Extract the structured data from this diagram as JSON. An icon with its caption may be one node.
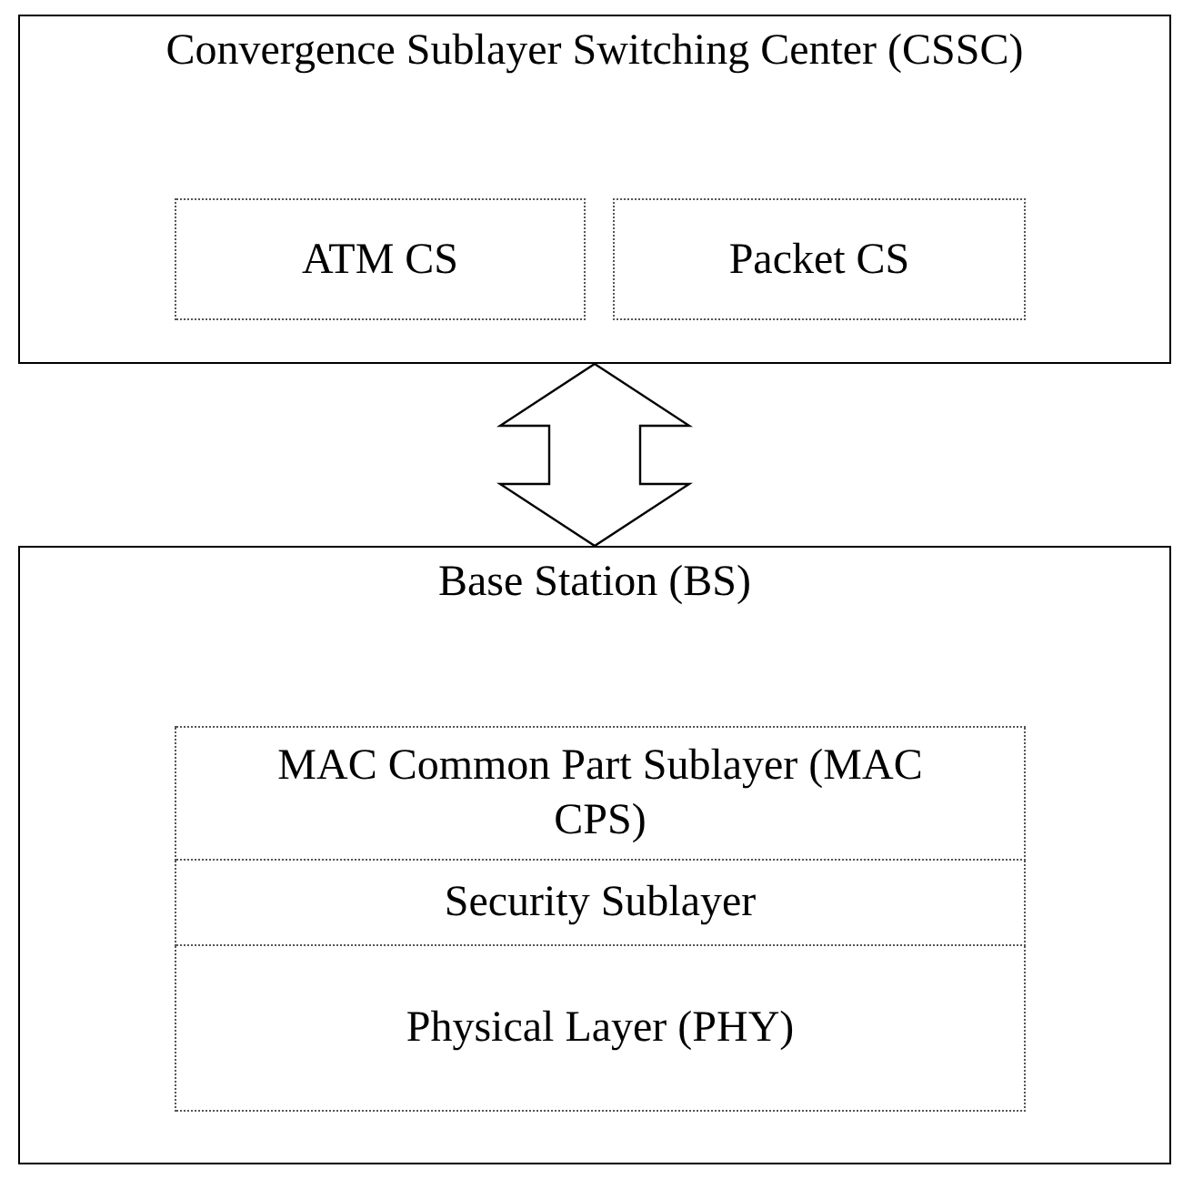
{
  "diagram": {
    "nodes": [
      {
        "text": [
          "Convergence Sublayer Switching Center (CSSC)"
        ]
      },
      {
        "text": [
          "ATM CS"
        ],
        "in": 0
      },
      {
        "text": [
          "Packet CS"
        ],
        "in": 0
      },
      {
        "text": [
          "Base Station (BS)"
        ]
      },
      {
        "text": [
          "MAC Common Part Sublayer (MAC CPS)"
        ],
        "in": 3
      },
      {
        "text": [
          "Security Sublayer"
        ],
        "in": 3
      },
      {
        "text": [
          "Physical Layer (PHY)"
        ],
        "in": 3
      }
    ],
    "edges": [
      {
        "from": 0,
        "to": 3,
        "arrow": "both",
        "style": "thick"
      }
    ]
  }
}
